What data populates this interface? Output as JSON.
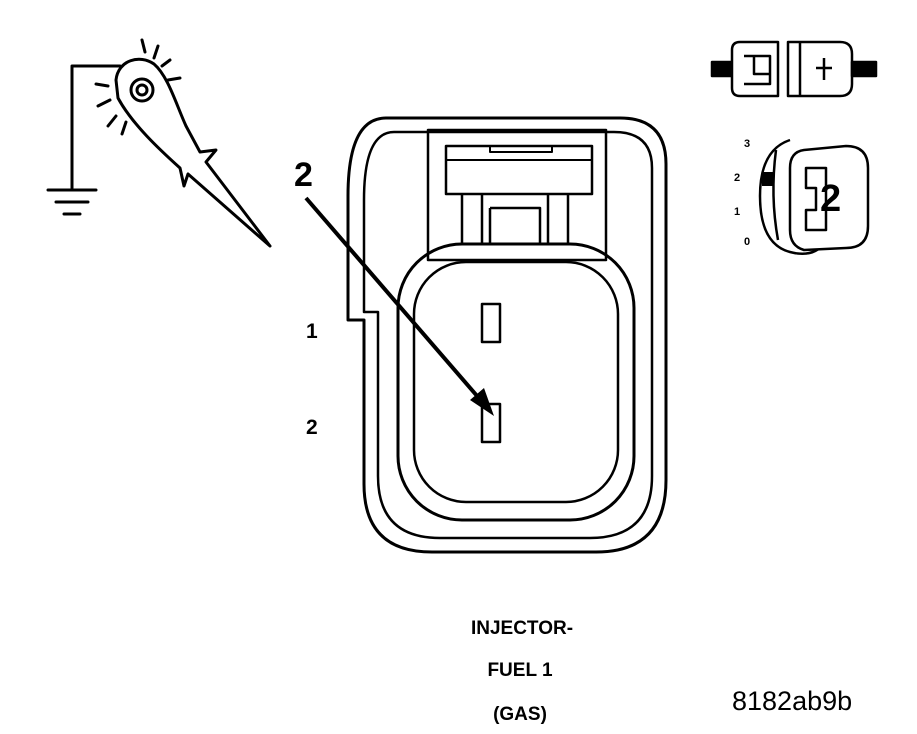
{
  "diagram": {
    "arrow_label": "2",
    "pin_labels": [
      "1",
      "2"
    ],
    "caption_lines": [
      "INJECTOR-",
      "FUEL 1",
      "(GAS)"
    ],
    "figure_id": "8182ab9b",
    "ignition_switch": {
      "positions": [
        "3",
        "2",
        "1",
        "0"
      ],
      "selected": "2"
    },
    "icons": [
      "test-light-probe-icon",
      "ground-symbol-icon",
      "connector-disconnected-icon",
      "ignition-switch-icon"
    ]
  }
}
